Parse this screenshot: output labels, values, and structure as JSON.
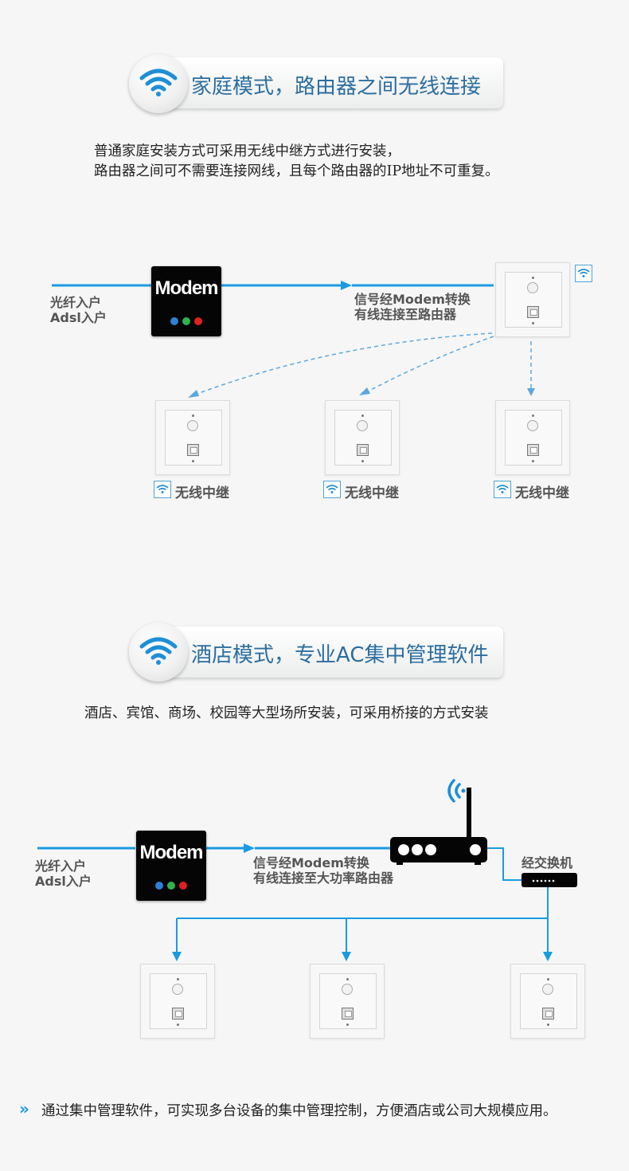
{
  "section1": {
    "title": "家庭模式，路由器之间无线连接",
    "desc_line1": "普通家庭安装方式可采用无线中继方式进行安装，",
    "desc_line2": "路由器之间可不需要连接网线，且每个路由器的IP地址不可重复。",
    "input_label_line1": "光纤入户",
    "input_label_line2": "Adsl入户",
    "modem_label": "Modem",
    "signal_label_line1": "信号经Modem转换",
    "signal_label_line2": "有线连接至路由器",
    "relays": [
      {
        "label": "无线中继"
      },
      {
        "label": "无线中继"
      },
      {
        "label": "无线中继"
      }
    ]
  },
  "section2": {
    "title": "酒店模式，专业AC集中管理软件",
    "desc": "酒店、宾馆、商场、校园等大型场所安装，可采用桥接的方式安装",
    "input_label_line1": "光纤入户",
    "input_label_line2": "Adsl入户",
    "modem_label": "Modem",
    "signal_label_line1": "信号经Modem转换",
    "signal_label_line2": "有线连接至大功率路由器",
    "switch_label": "经交换机"
  },
  "footer": {
    "marker": "»",
    "text": "通过集中管理软件，可实现多台设备的集中管理控制，方便酒店或公司大规模应用。"
  },
  "colors": {
    "accent_line": "#1a9be0",
    "dashed_line": "#5aa8e0",
    "title_blue": "#2c6e9f",
    "led_blue": "#2f7fd8",
    "led_green": "#2fb24f",
    "led_red": "#e02020"
  },
  "icons": [
    "wifi-icon",
    "modem-icon",
    "router-icon",
    "switch-icon",
    "wall-panel-icon"
  ]
}
